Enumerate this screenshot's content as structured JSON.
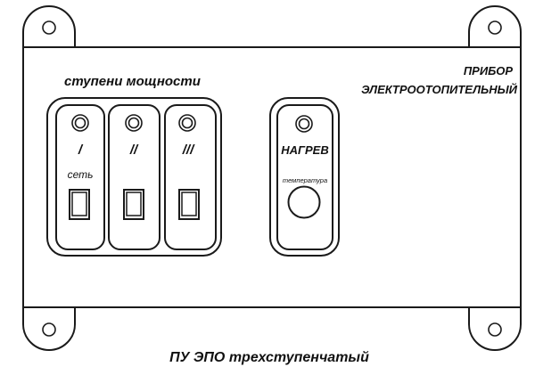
{
  "device": {
    "title_line1": "ПРИБОР",
    "title_line2": "ЭЛЕКТРООТОПИТЕЛЬНЫЙ",
    "caption": "ПУ ЭПО трехступенчатый"
  },
  "power_stages": {
    "heading": "ступени мощности",
    "stages": [
      {
        "label": "/",
        "sublabel": "сеть"
      },
      {
        "label": "//"
      },
      {
        "label": "///"
      }
    ]
  },
  "heating": {
    "label": "НАГРЕВ",
    "knob_label": "температура"
  }
}
